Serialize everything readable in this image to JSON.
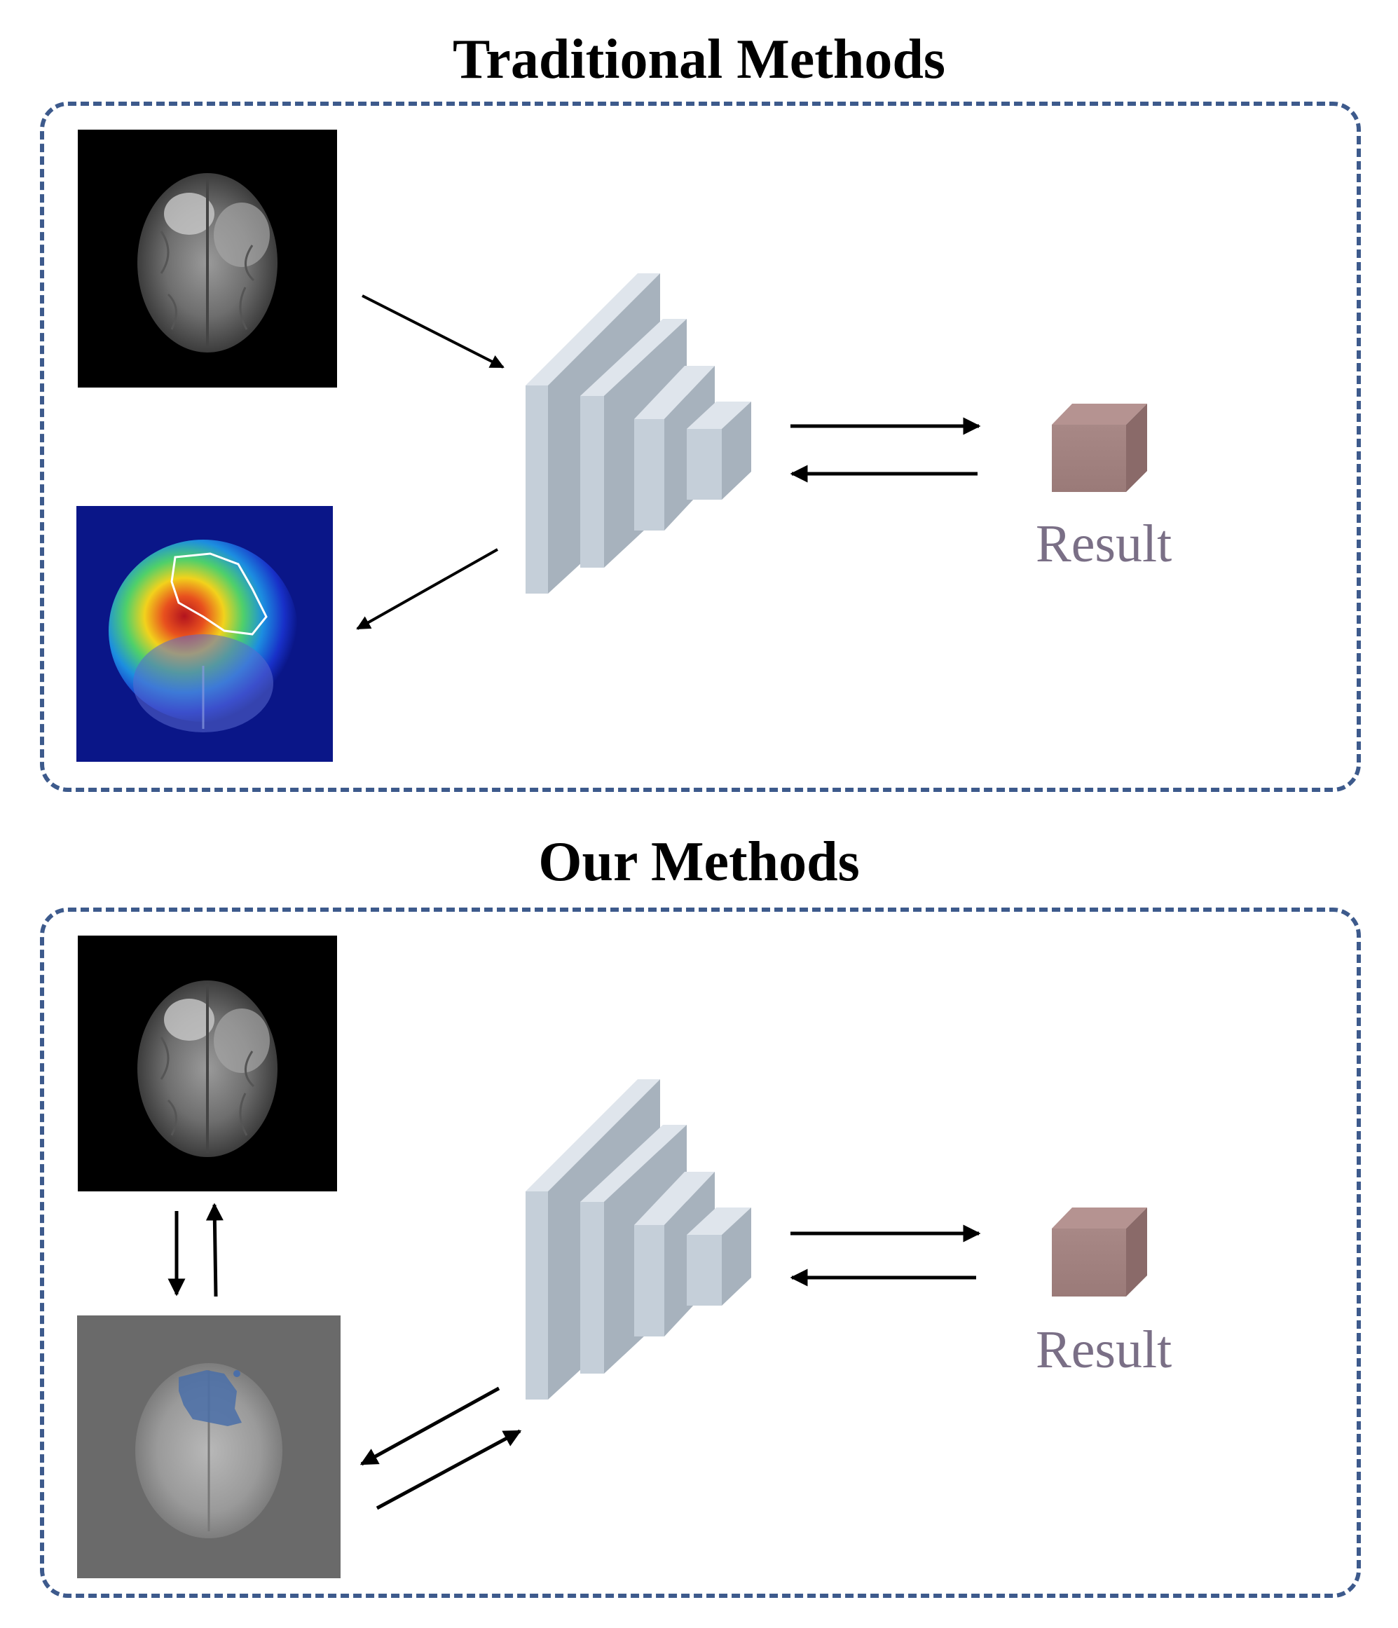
{
  "titles": {
    "traditional": "Traditional Methods",
    "ours": "Our Methods"
  },
  "panels": {
    "traditional": {
      "result_label": "Result"
    },
    "ours": {
      "result_label": "Result"
    }
  },
  "colors": {
    "panel_border": "#3d5a8c",
    "result_cube": "#a07f7d",
    "result_text": "#7a6f86",
    "network_blocks": "#c8d2dc",
    "segmentation_overlay": "#4a6ea8"
  },
  "icons": [
    "mri-scan-image",
    "heatmap-overlay-image",
    "segmentation-overlay-image",
    "network-blocks-icon",
    "result-cube-icon"
  ]
}
